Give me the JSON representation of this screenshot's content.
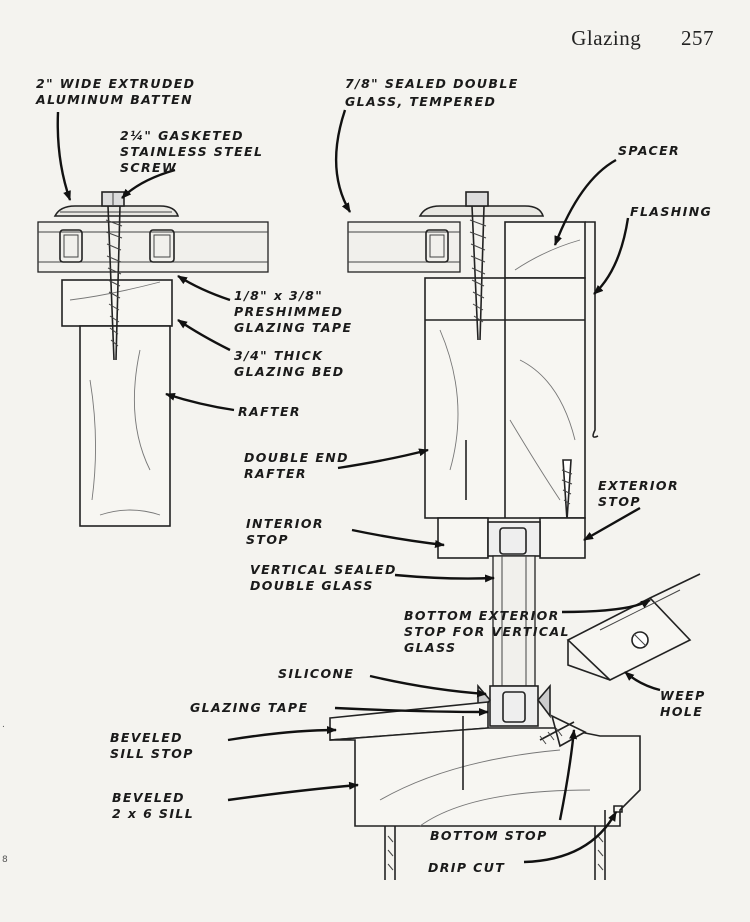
{
  "header": {
    "title": "Glazing",
    "page_number": "257"
  },
  "margin_marks": [
    ".",
    "8"
  ],
  "labels": {
    "batten": [
      "2\" WIDE EXTRUDED",
      "ALUMINUM BATTEN"
    ],
    "screw": [
      "2¼\" GASKETED",
      "STAINLESS STEEL",
      "SCREW"
    ],
    "double_glass": [
      "7/8\" SEALED DOUBLE",
      "GLASS, TEMPERED"
    ],
    "spacer": [
      "SPACER"
    ],
    "flashing": [
      "FLASHING"
    ],
    "glazing_tape_top": [
      "1/8\" x 3/8\"",
      "PRESHIMMED",
      "GLAZING TAPE"
    ],
    "glazing_bed": [
      "3/4\" THICK",
      "GLAZING BED"
    ],
    "rafter": [
      "RAFTER"
    ],
    "double_end_rafter": [
      "DOUBLE END",
      "RAFTER"
    ],
    "exterior_stop": [
      "EXTERIOR",
      "STOP"
    ],
    "interior_stop": [
      "INTERIOR",
      "STOP"
    ],
    "vertical_glass": [
      "VERTICAL SEALED",
      "DOUBLE GLASS"
    ],
    "bottom_exterior_stop": [
      "BOTTOM EXTERIOR",
      "STOP FOR VERTICAL",
      "GLASS"
    ],
    "silicone": [
      "SILICONE"
    ],
    "glazing_tape": [
      "GLAZING TAPE"
    ],
    "weep_hole": [
      "WEEP",
      "HOLE"
    ],
    "beveled_sill_stop": [
      "BEVELED",
      "SILL STOP"
    ],
    "beveled_sill": [
      "BEVELED",
      "2 x 6 SILL"
    ],
    "bottom_stop": [
      "BOTTOM STOP"
    ],
    "drip_cut": [
      "DRIP CUT"
    ]
  }
}
